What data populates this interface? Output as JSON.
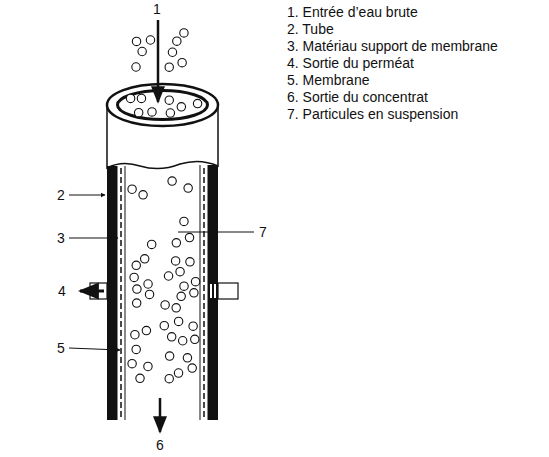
{
  "diagram": {
    "labels": [
      "1. Entrée d’eau brute",
      "2. Tube",
      "3. Matériau support de membrane",
      "4. Sortie du perméat",
      "5. Membrane",
      "6. Sortie du concentrat",
      "7. Particules en suspension",
      "1",
      "2",
      "3",
      "4",
      "5",
      "6",
      "7"
    ]
  }
}
